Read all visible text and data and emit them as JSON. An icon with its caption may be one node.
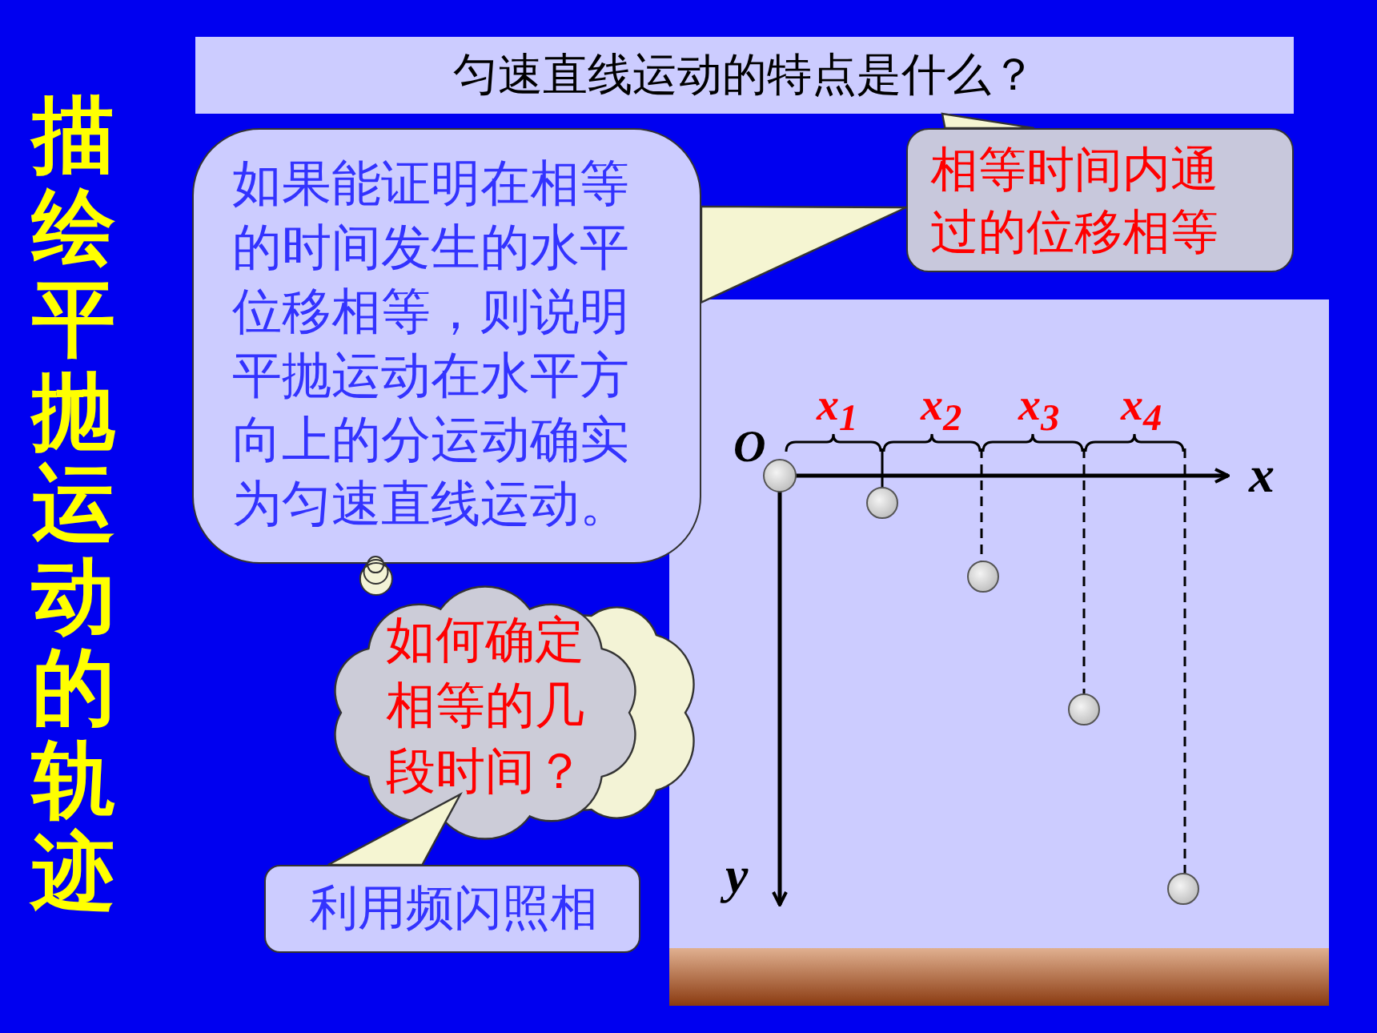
{
  "diagram": {
    "nodes": [
      {
        "text": [
          "描绘平抛运动的轨迹"
        ]
      },
      {
        "text": [
          "匀速直线运动的特点是什么？"
        ]
      },
      {
        "text": [
          "相等时间内通过的位移相等"
        ]
      },
      {
        "text": [
          "如果能证明在相等的时间发生的水平位移相等，则说明平抛运动在水平方向上的分运动确实为匀速直线运动。"
        ]
      },
      {
        "text": [
          "如何确定相等的几段时间？"
        ]
      },
      {
        "text": [
          "利用频闪照相"
        ]
      }
    ],
    "edges": [
      {
        "from": 2,
        "to": 1,
        "arrow": "none"
      },
      {
        "from": 3,
        "to": 2,
        "arrow": "none"
      },
      {
        "from": 5,
        "to": 4,
        "arrow": "none"
      },
      {
        "from": 4,
        "to": 3,
        "arrow": "none"
      }
    ],
    "labels": [
      "O",
      "x",
      "y",
      "x$_{1}$",
      "x$_{2}$",
      "x$_{3}$",
      "x$_{4}$"
    ]
  }
}
